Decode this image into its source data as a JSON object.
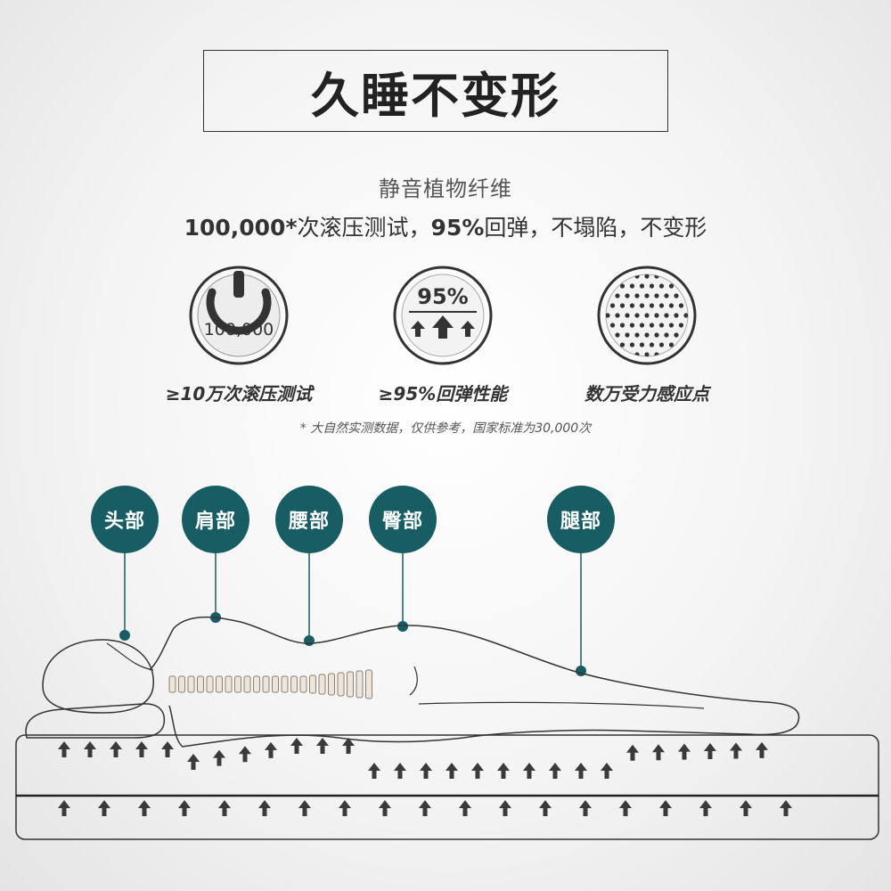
{
  "title": "久睡不变形",
  "subtitle": "静音植物纤维",
  "headline": {
    "strong1": "100,000*",
    "text1": "次滚压测试，",
    "strong2": "95%",
    "text2": "回弹，不塌陷，不变形"
  },
  "features": [
    {
      "icon": "pressure-gauge-icon",
      "icon_text": "100,000",
      "label": "≥10万次滚压测试"
    },
    {
      "icon": "rebound-arrows-icon",
      "icon_text": "95%",
      "label": "≥95%回弹性能"
    },
    {
      "icon": "dot-matrix-icon",
      "icon_text": "",
      "label": "数万受力感应点"
    }
  ],
  "footnote": "* 大自然实测数据，仅供参考，国家标准为30,000次",
  "body_zones": [
    {
      "label": "头部"
    },
    {
      "label": "肩部"
    },
    {
      "label": "腰部"
    },
    {
      "label": "臀部"
    },
    {
      "label": "腿部"
    }
  ],
  "colors": {
    "accent": "#185d63",
    "text": "#333333",
    "arrow": "#3a3a3a"
  }
}
